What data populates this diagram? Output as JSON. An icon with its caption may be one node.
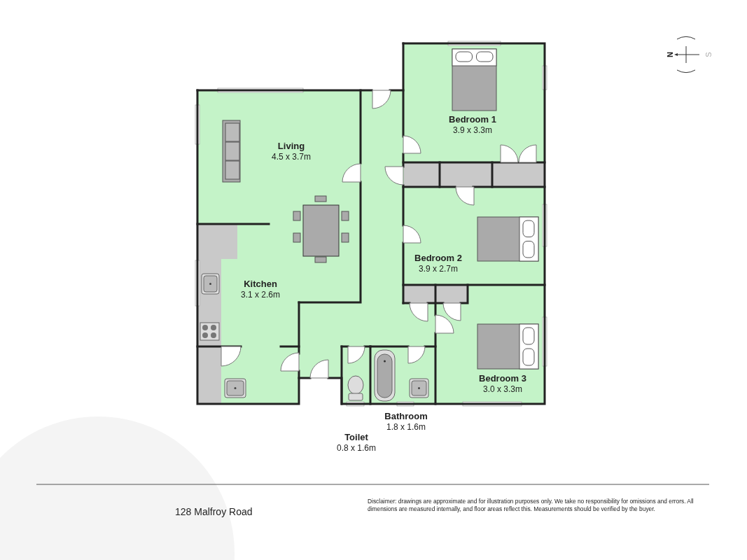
{
  "diagram": {
    "nodes": [
      {
        "text": [
          "Bedroom 1",
          "3.9 x 3.3m"
        ]
      },
      {
        "text": [
          "Living",
          "4.5 x 3.7m"
        ]
      },
      {
        "text": [
          "Bedroom 2",
          "3.9 x 2.7m"
        ]
      },
      {
        "text": [
          "Kitchen",
          "3.1 x 2.6m"
        ]
      },
      {
        "text": [
          "Bedroom 3",
          "3.0 x 3.3m"
        ]
      },
      {
        "text": [
          "Bathroom",
          "1.8 x 1.6m"
        ]
      },
      {
        "text": [
          "Toilet",
          "0.8 x 1.6m"
        ]
      }
    ],
    "labels": [
      "N",
      "S",
      "128 Malfroy Road",
      "Disclaimer: drawings are approximate and for illustration purposes only. We take no responsibility for omissions and errors. All dimensions are measured internally, and floor areas reflect this. Measurements should be verified by the buyer."
    ]
  }
}
